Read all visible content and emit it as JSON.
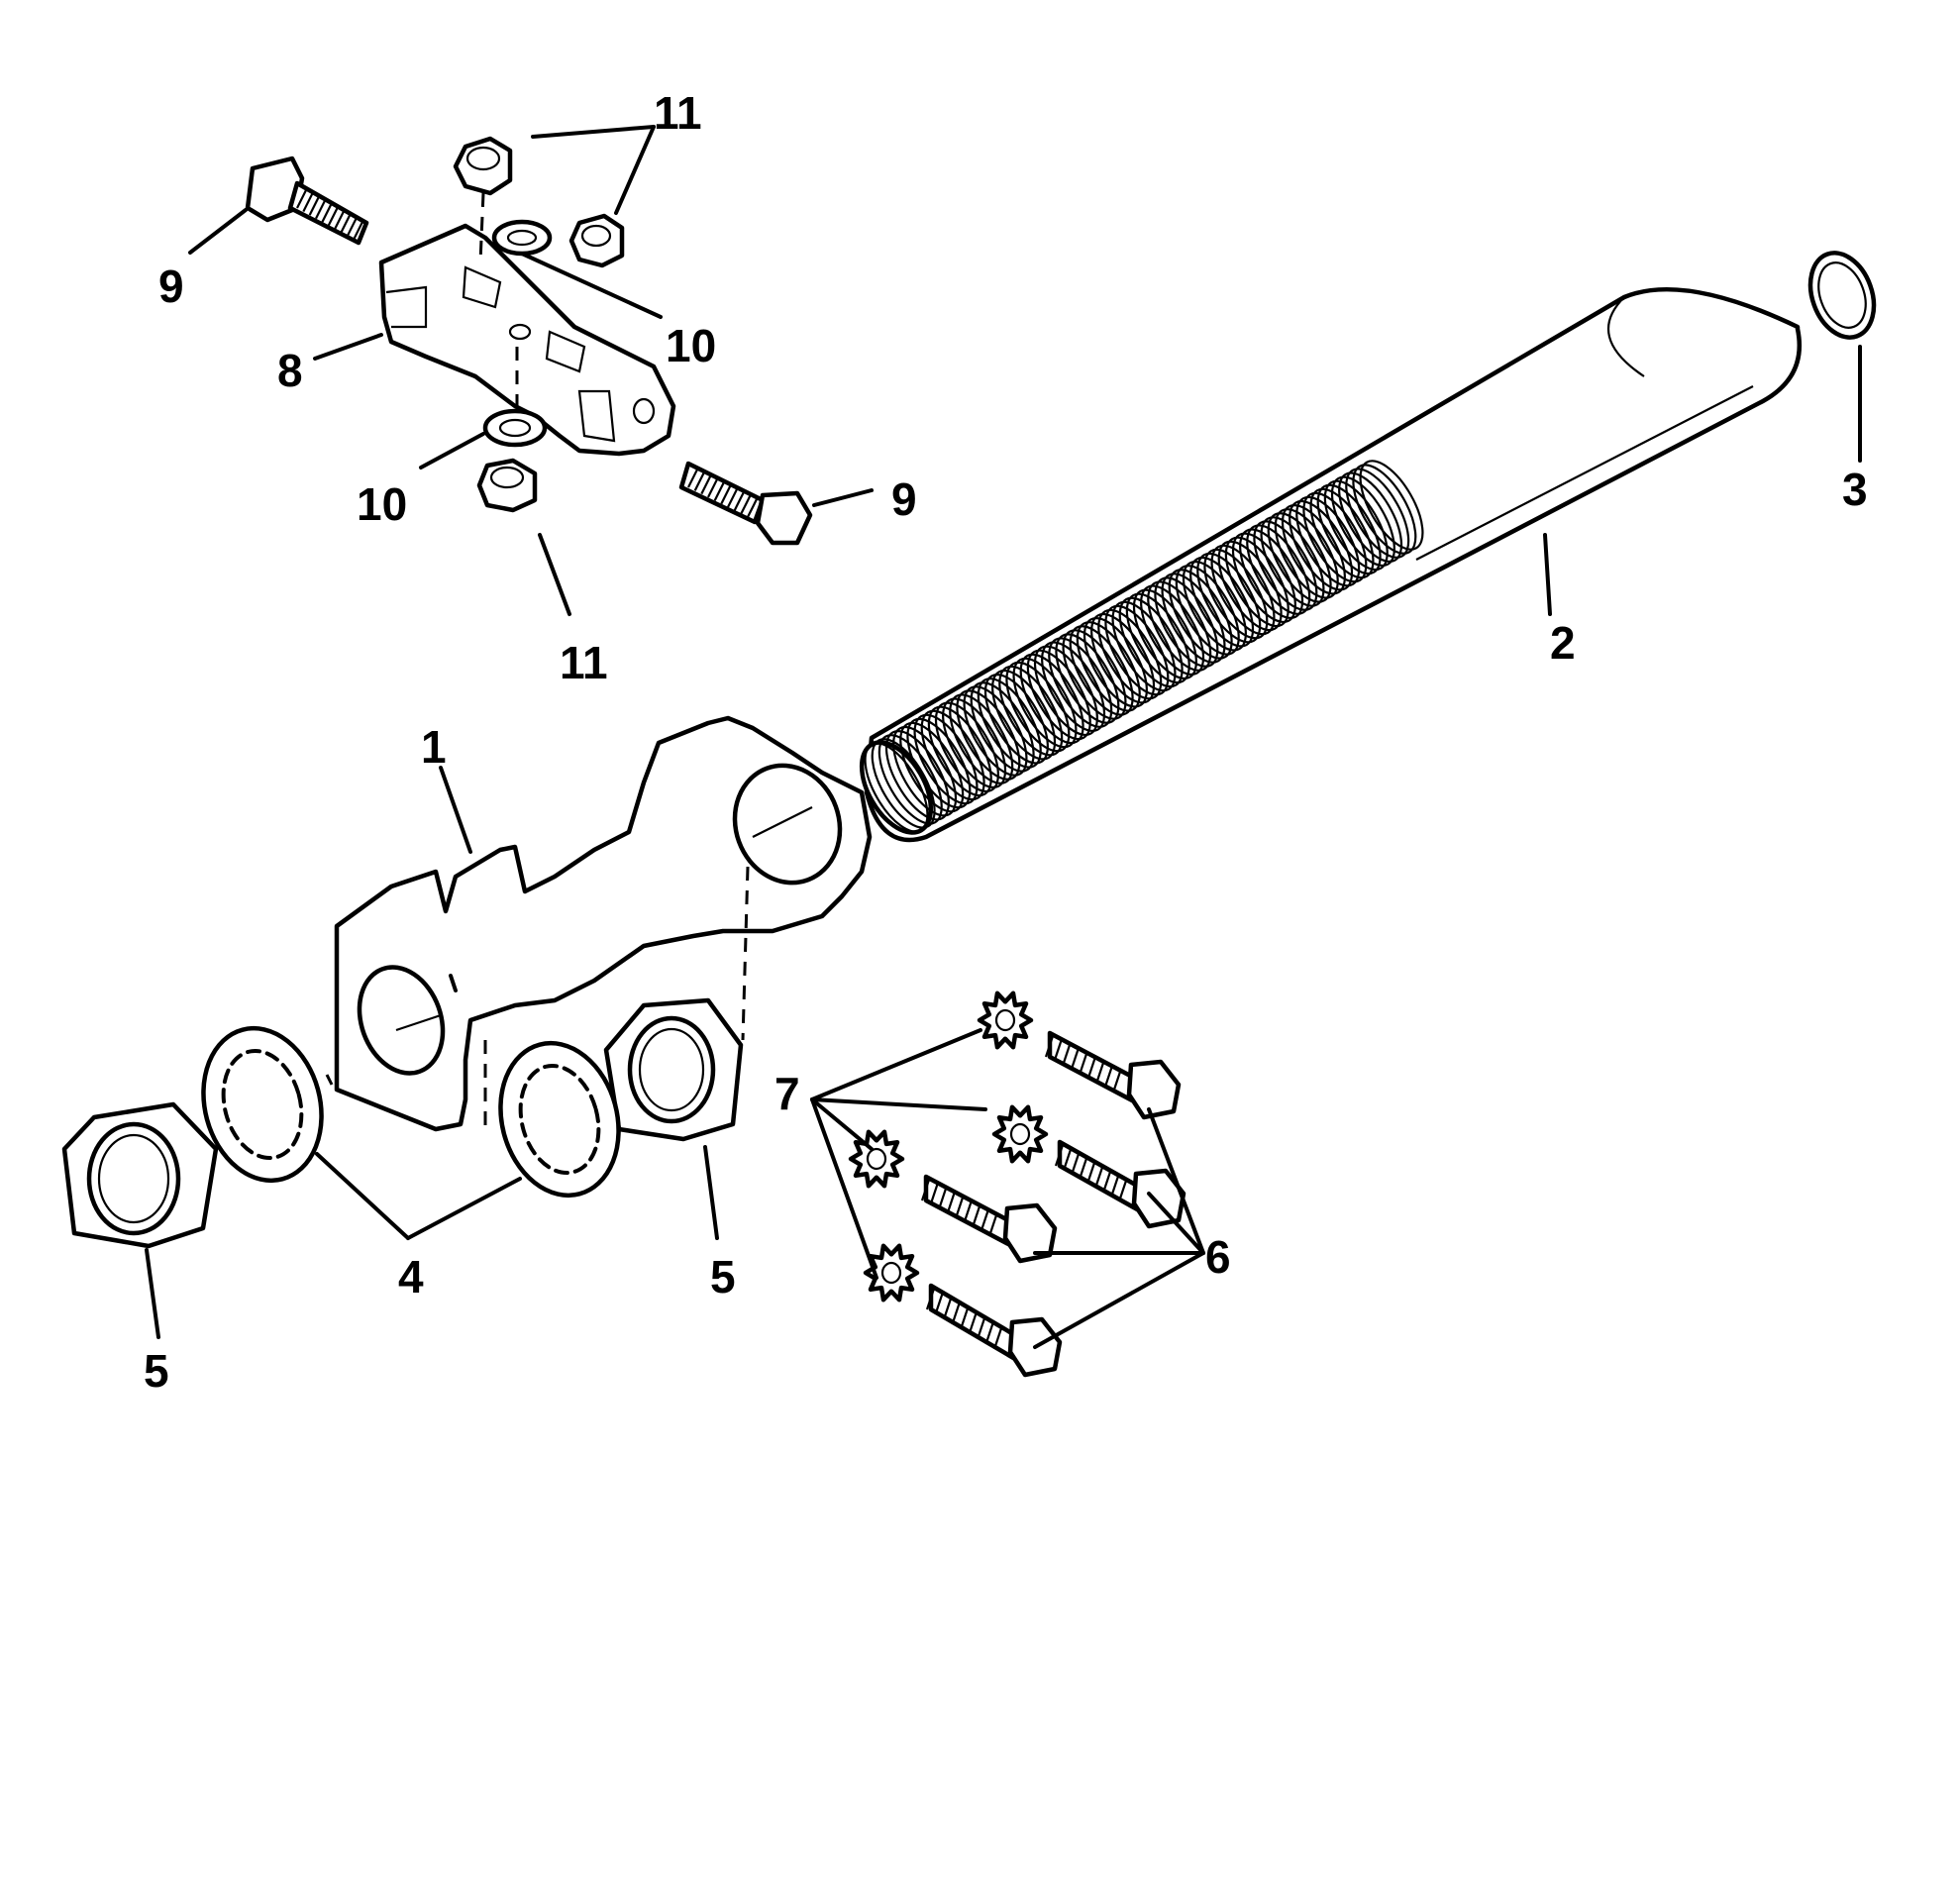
{
  "callouts": {
    "c1": "1",
    "c2": "2",
    "c3": "3",
    "c4": "4",
    "c5a": "5",
    "c5b": "5",
    "c6": "6",
    "c7": "7",
    "c8": "8",
    "c9a": "9",
    "c9b": "9",
    "c10a": "10",
    "c10b": "10",
    "c11a": "11",
    "c11b": "11"
  },
  "colors": {
    "ink": "#000000",
    "paper": "#ffffff"
  }
}
